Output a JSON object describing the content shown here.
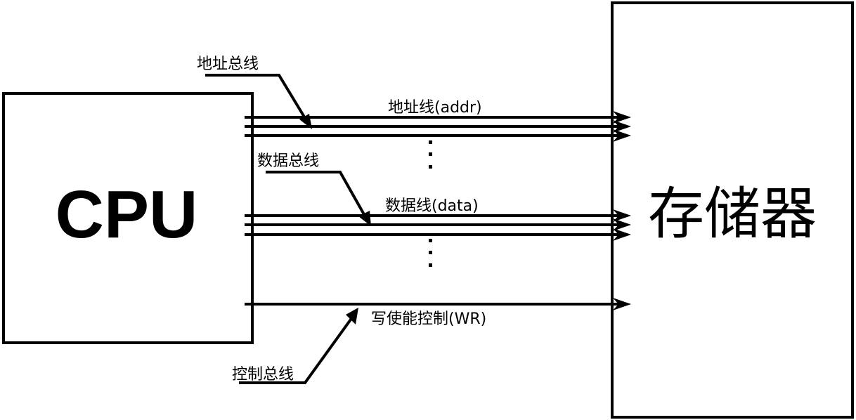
{
  "diagram": {
    "cpu_label": "CPU",
    "memory_label": "存储器",
    "buses": {
      "address": {
        "bus_label": "地址总线",
        "line_label": "地址线(addr)"
      },
      "data": {
        "bus_label": "数据总线",
        "line_label": "数据线(data)"
      },
      "control": {
        "bus_label": "控制总线",
        "line_label": "写使能控制(WR)"
      }
    },
    "line_color": "#000000",
    "background": "#ffffff"
  }
}
